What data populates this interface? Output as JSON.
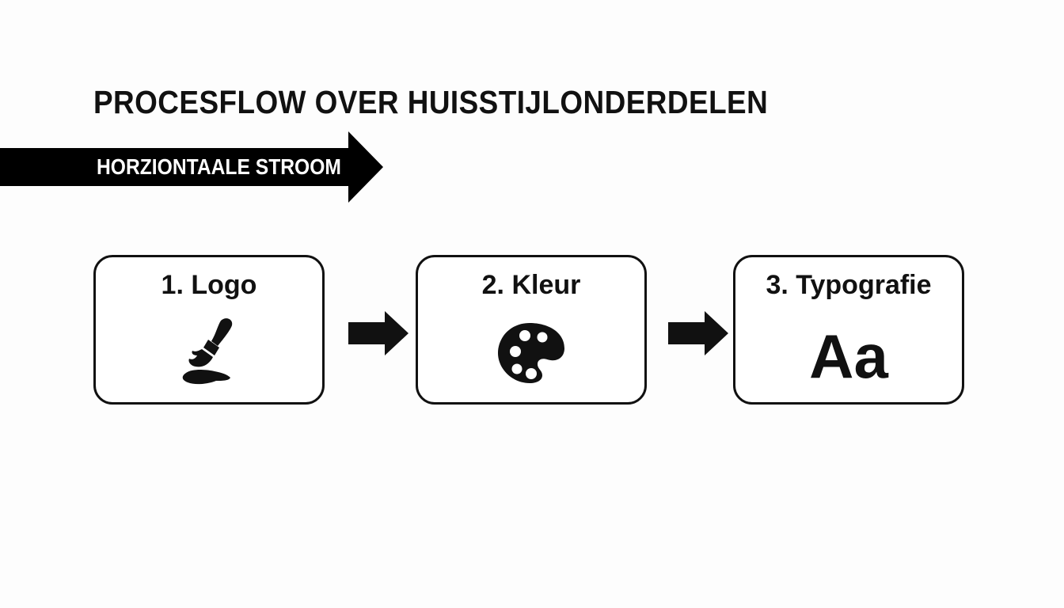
{
  "title": "PROCESFLOW OVER HUISSTIJLONDERDELEN",
  "banner": {
    "label": "HORZIONTAALE STROOM",
    "color": "#000000"
  },
  "steps": [
    {
      "label": "1. Logo",
      "icon": "paintbrush-icon"
    },
    {
      "label": "2. Kleur",
      "icon": "palette-icon"
    },
    {
      "label": "3. Typografie",
      "icon": "typography-icon",
      "glyph": "Aa"
    }
  ],
  "connectors": [
    {
      "icon": "arrow-right-icon"
    },
    {
      "icon": "arrow-right-icon"
    }
  ],
  "colors": {
    "ink": "#111111",
    "background": "#fdfdfd"
  }
}
